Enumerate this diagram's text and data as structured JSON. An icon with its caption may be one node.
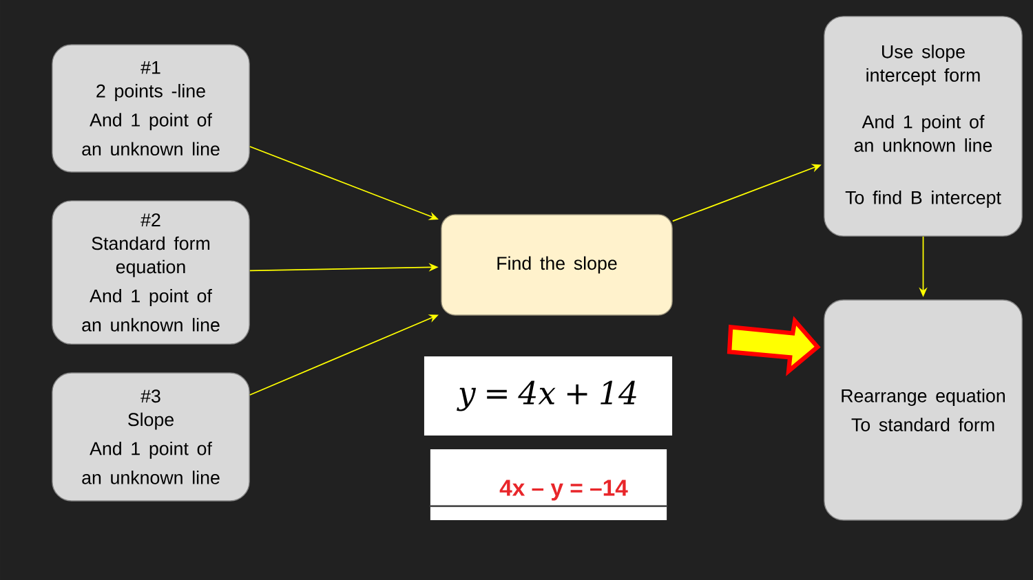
{
  "diagram": {
    "nodes": [
      {
        "text": [
          "#1",
          "2 points -line",
          "And 1 point of an unknown line"
        ]
      },
      {
        "text": [
          "#2",
          "Standard form equation",
          "And 1 point of an unknown line"
        ]
      },
      {
        "text": [
          "#3",
          "Slope",
          "And 1 point of an unknown line"
        ]
      },
      {
        "text": [
          "Find the slope"
        ]
      },
      {
        "text": [
          "Use slope intercept form",
          "And 1 point of an unknown line",
          "To find B intercept"
        ]
      },
      {
        "text": [
          "Rearrange equation",
          "To standard form"
        ]
      },
      {
        "text": [
          "y = 4x + 14"
        ]
      },
      {
        "text": [
          "4x – y = –14"
        ]
      }
    ],
    "edges": [
      {
        "from": 0,
        "to": 3,
        "arrow": "to"
      },
      {
        "from": 1,
        "to": 3,
        "arrow": "to"
      },
      {
        "from": 2,
        "to": 3,
        "arrow": "to"
      },
      {
        "from": 3,
        "to": 4,
        "arrow": "to"
      },
      {
        "from": 4,
        "to": 5,
        "arrow": "to"
      },
      {
        "from": null,
        "to": 5,
        "arrow": "to",
        "style": "thick"
      }
    ]
  }
}
